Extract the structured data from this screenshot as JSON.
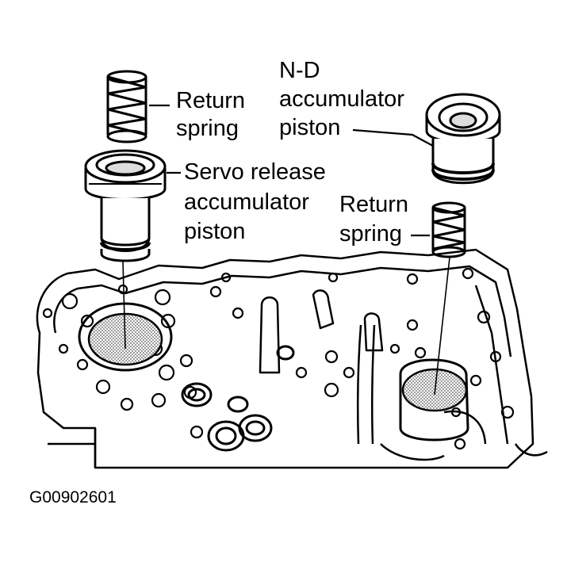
{
  "labels": {
    "return_spring_left_line1": "Return",
    "return_spring_left_line2": "spring",
    "nd_line1": "N-D",
    "nd_line2": "accumulator",
    "nd_line3": "piston",
    "servo_line1": "Servo release",
    "servo_line2": "accumulator",
    "servo_line3": "piston",
    "return_spring_right_line1": "Return",
    "return_spring_right_line2": "spring"
  },
  "figure_id": "G00902601",
  "colors": {
    "ink": "#000000",
    "paper": "#ffffff",
    "stipple": "#9a9a9a"
  }
}
